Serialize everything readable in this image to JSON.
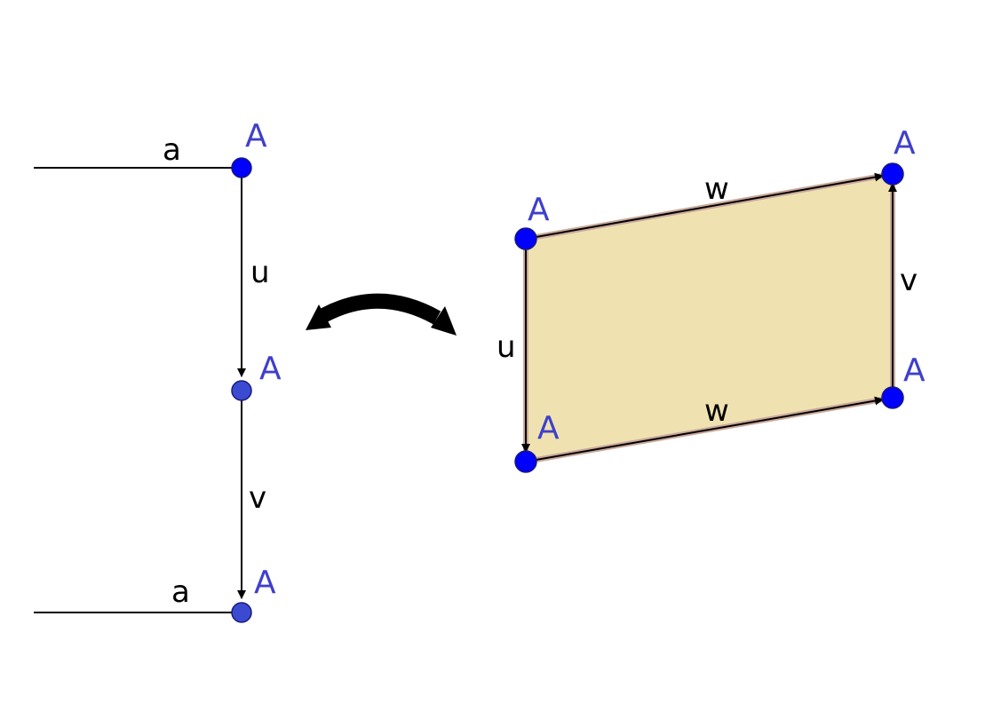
{
  "colors": {
    "point_fill": "#0000ff",
    "point_fill_secondary": "#3b4bd1",
    "point_stroke": "#1a1a7a",
    "point_label": "#3f3fcc",
    "polygon_fill": "#efe2b0",
    "polygon_outline": "#c9a89b",
    "line": "#000000"
  },
  "left_graph": {
    "edge_a_top": "a",
    "edge_u": "u",
    "edge_v": "v",
    "edge_a_bottom": "a",
    "point_top": "A",
    "point_middle": "A",
    "point_bottom": "A"
  },
  "right_polygon": {
    "edge_w_top": "w",
    "edge_u": "u",
    "edge_v": "v",
    "edge_w_bottom": "w",
    "point_top_left": "A",
    "point_top_right": "A",
    "point_bottom_left": "A",
    "point_bottom_right": "A"
  },
  "connector": {
    "icon": "double-headed-curved-arrow-icon"
  }
}
